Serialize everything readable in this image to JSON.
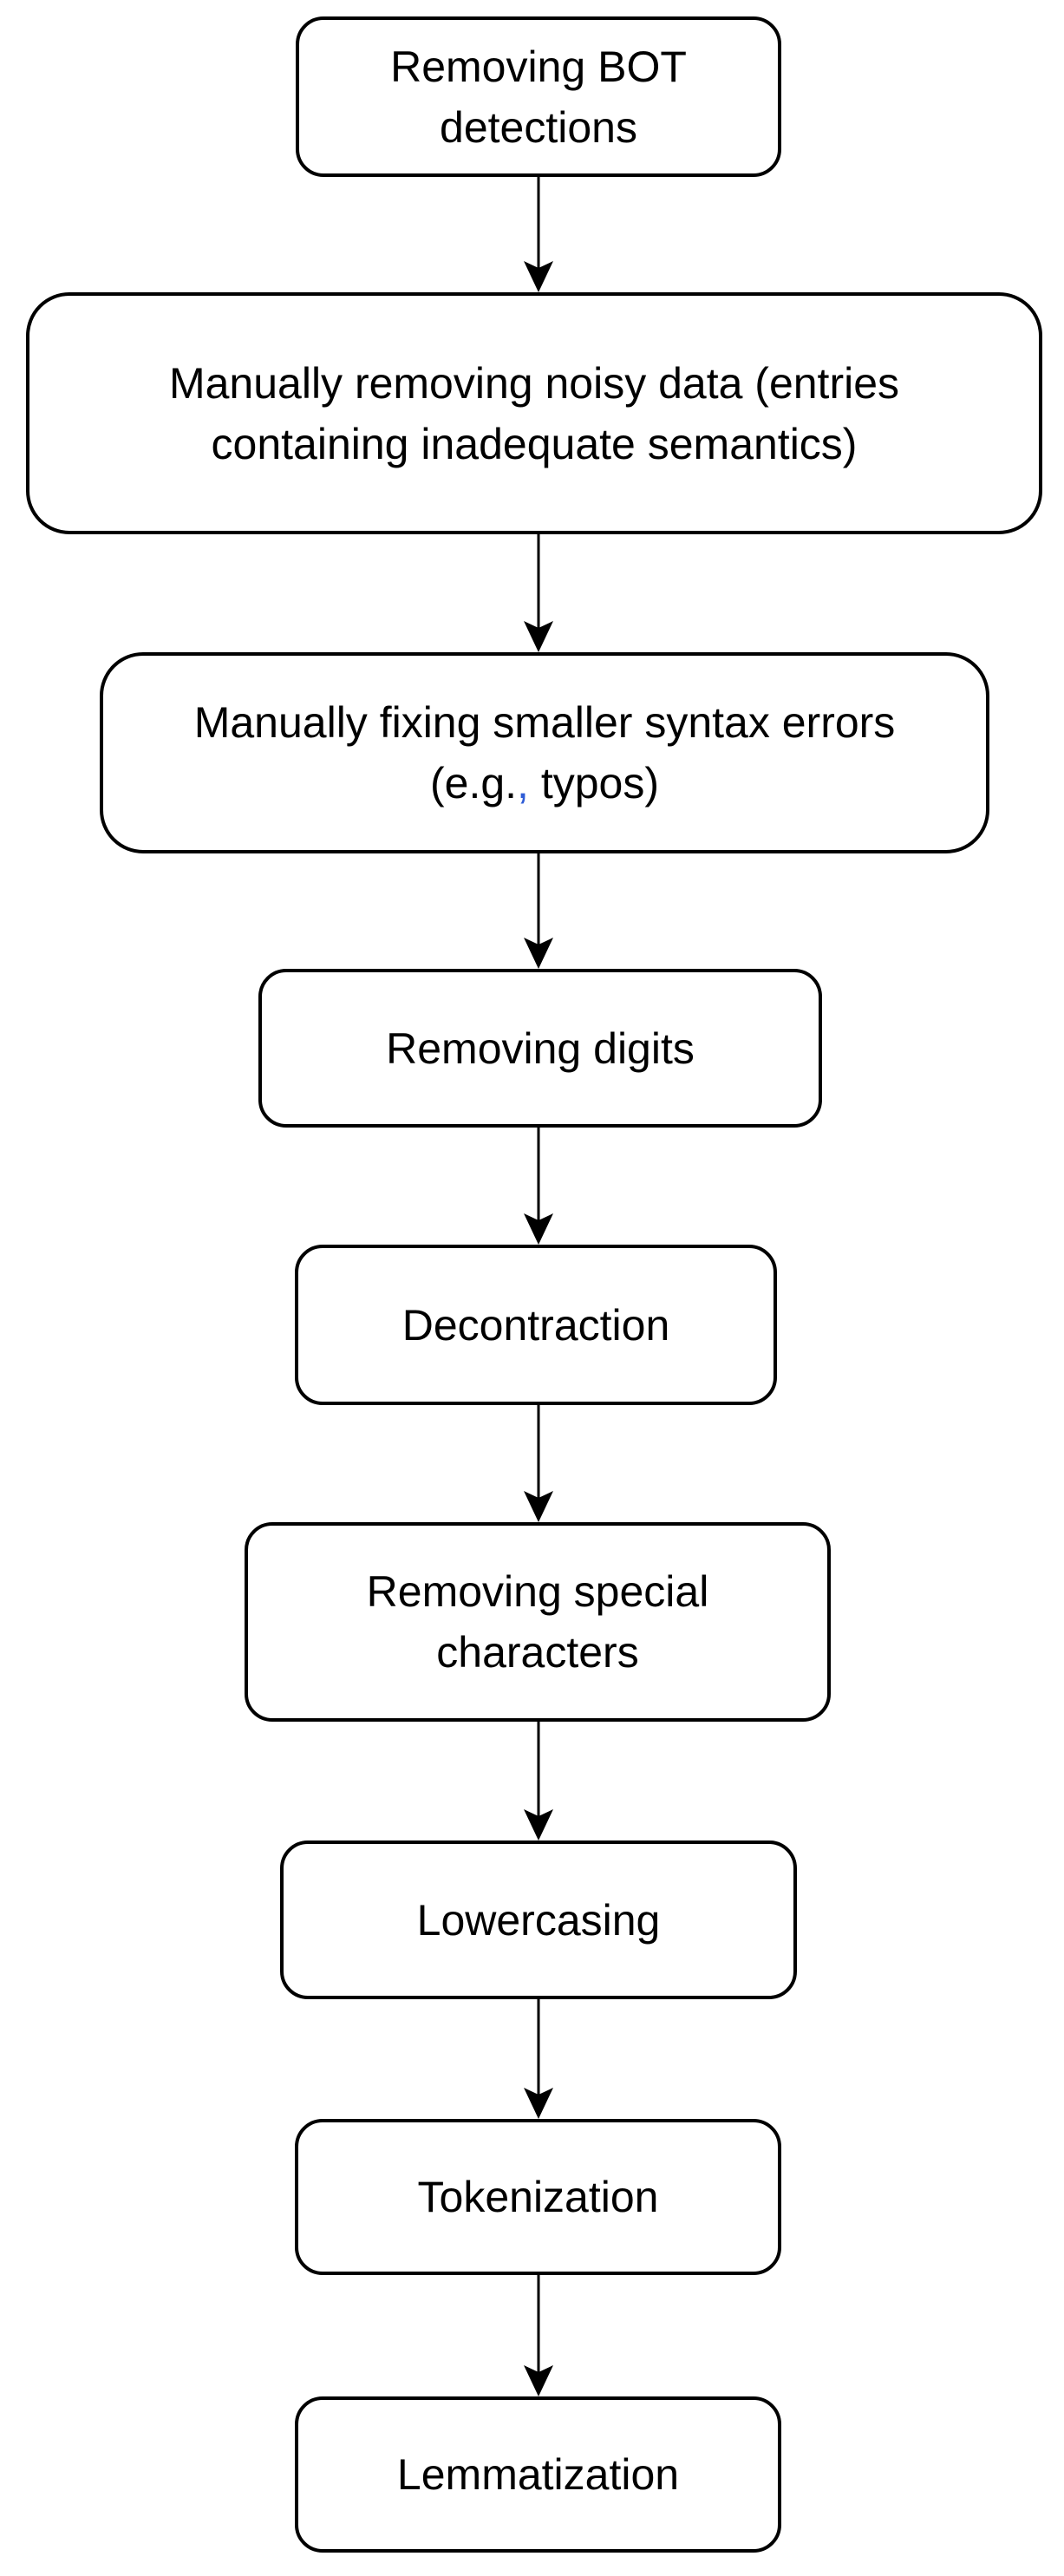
{
  "figure": {
    "type": "flowchart",
    "background_color": "#ffffff",
    "box_fill": "#ffffff",
    "box_border_color": "#000000",
    "text_color": "#000000",
    "connector_color": "#000000",
    "accent_comma_color": "#2e5cd6",
    "steps": [
      {
        "id": "removing-bot-detections",
        "lines": [
          "Removing BOT",
          "detections"
        ]
      },
      {
        "id": "manually-removing-noisy-data",
        "lines": [
          "Manually removing noisy data (entries",
          "containing inadequate semantics)"
        ]
      },
      {
        "id": "manually-fixing-syntax-errors",
        "lines": [
          "Manually fixing smaller syntax errors"
        ],
        "line2_parts": {
          "pre": "(e.g.",
          "comma": ",",
          "post": " typos)"
        }
      },
      {
        "id": "removing-digits",
        "lines": [
          "Removing digits"
        ]
      },
      {
        "id": "decontraction",
        "lines": [
          "Decontraction"
        ]
      },
      {
        "id": "removing-special-characters",
        "lines": [
          "Removing special",
          "characters"
        ]
      },
      {
        "id": "lowercasing",
        "lines": [
          "Lowercasing"
        ]
      },
      {
        "id": "tokenization",
        "lines": [
          "Tokenization"
        ]
      },
      {
        "id": "lemmatization",
        "lines": [
          "Lemmatization"
        ]
      }
    ]
  }
}
